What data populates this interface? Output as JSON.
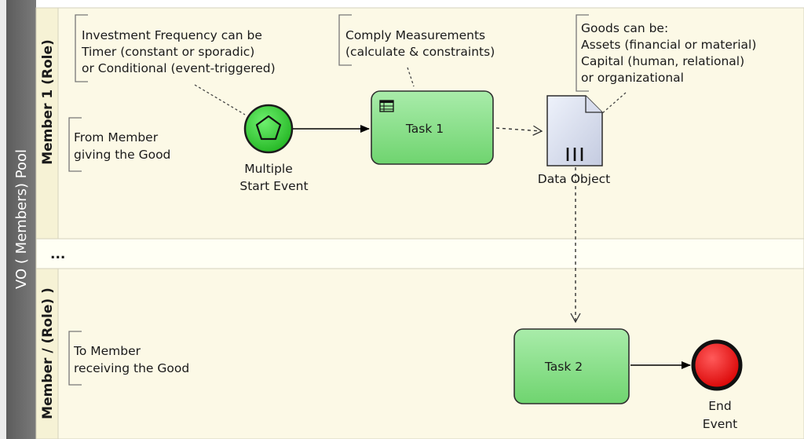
{
  "pool": {
    "label": "VO ( Members) Pool",
    "colors": {
      "header": "#6b6b6b",
      "lane": "#fdfbe9",
      "border": "#c9c6b0"
    }
  },
  "lanes": [
    {
      "label": "Member 1 (Role)"
    },
    {
      "label": "..."
    },
    {
      "label": "Member / (Role) )"
    }
  ],
  "annotations": {
    "investment": [
      "Investment Frequency can be",
      "Timer (constant or sporadic)",
      "or Conditional (event-triggered)"
    ],
    "comply": [
      "Comply Measurements",
      "(calculate & constraints)"
    ],
    "goods": [
      "Goods can be:",
      "Assets (financial or material)",
      "Capital (human, relational)",
      "or organizational"
    ],
    "from_member": [
      "From Member",
      "giving the Good"
    ],
    "to_member": [
      "To Member",
      "receiving the Good"
    ]
  },
  "elements": {
    "start_event": {
      "label": [
        "Multiple",
        "Start Event"
      ],
      "color": "#33cc33",
      "icon": "pentagon-icon"
    },
    "task1": {
      "label": "Task 1",
      "color": "#8ee08e",
      "icon": "table-icon"
    },
    "data_object": {
      "label": "Data Object",
      "icon": "collection-marker-icon"
    },
    "task2": {
      "label": "Task 2",
      "color": "#8ee08e"
    },
    "end_event": {
      "label": [
        "End",
        "Event"
      ],
      "color": "#ee1111"
    }
  }
}
